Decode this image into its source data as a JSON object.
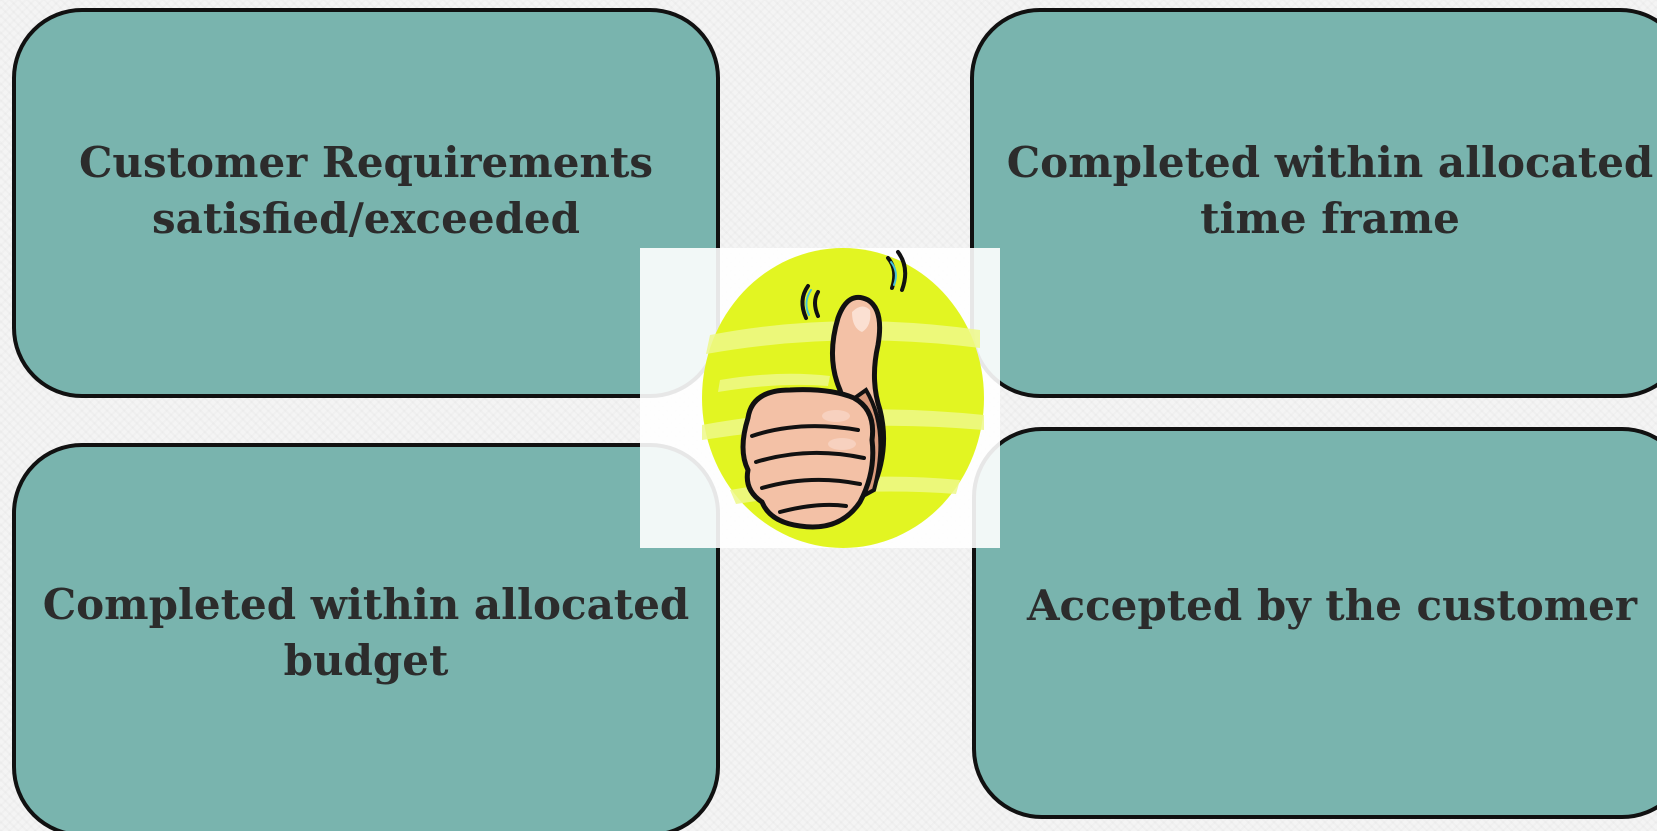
{
  "boxes": {
    "top_left": "Customer Requirements\nsatisfied/exceeded",
    "top_right": "Completed within allocated\ntime frame",
    "bottom_left": "Completed within allocated\nbudget",
    "bottom_right": "Accepted by the customer"
  },
  "colors": {
    "box_fill": "#79b4ae",
    "box_border": "#111111",
    "text": "#2c2c2c",
    "circle": "#e2f522",
    "skin": "#f3c1a6"
  },
  "icons": {
    "center": "thumbs-up-icon"
  }
}
